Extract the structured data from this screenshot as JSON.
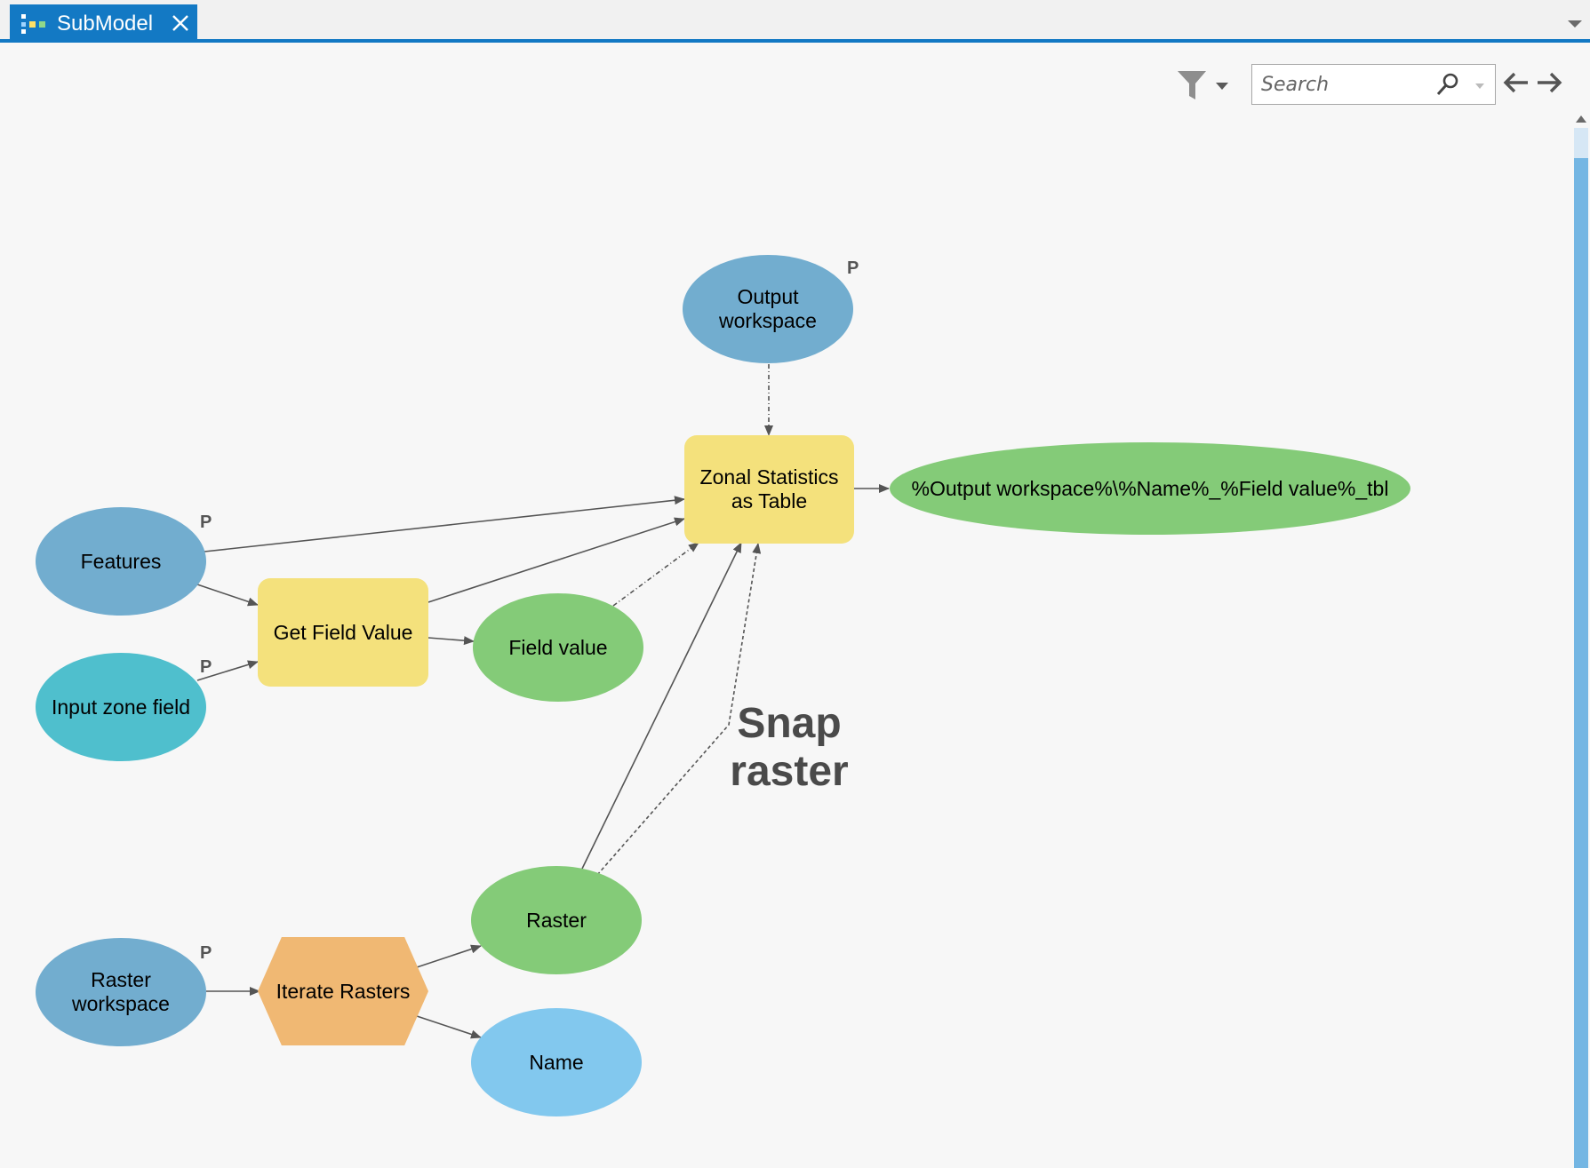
{
  "tab": {
    "label": "SubModel"
  },
  "toolbar": {
    "search_placeholder": "Search"
  },
  "colors": {
    "accent": "#1379c4",
    "variable_blue": "#72adcf",
    "variable_teal": "#4fbfcd",
    "variable_green": "#84cb78",
    "variable_lightblue": "#82c8ee",
    "tool_yellow": "#f4e17c",
    "iterator_orange": "#f0b873"
  },
  "parameter_marker": "P",
  "model": {
    "nodes": {
      "output_workspace": {
        "label": "Output workspace",
        "parameter": true
      },
      "zonal_stats": {
        "label": "Zonal Statistics as Table"
      },
      "output_table": {
        "label": "%Output workspace%\\%Name%_%Field value%_tbl"
      },
      "features": {
        "label": "Features",
        "parameter": true
      },
      "get_field_value": {
        "label": "Get Field Value"
      },
      "field_value": {
        "label": "Field value"
      },
      "input_zone_field": {
        "label": "Input zone field",
        "parameter": true
      },
      "raster": {
        "label": "Raster"
      },
      "raster_workspace": {
        "label": "Raster workspace",
        "parameter": true
      },
      "iterate_rasters": {
        "label": "Iterate Rasters"
      },
      "name": {
        "label": "Name"
      }
    },
    "annotation": "Snap raster"
  }
}
